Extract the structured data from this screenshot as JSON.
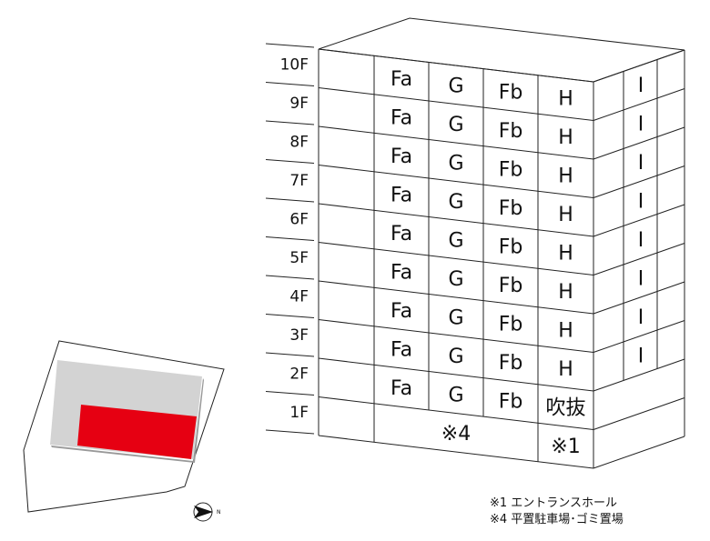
{
  "floors": [
    "10F",
    "9F",
    "8F",
    "7F",
    "6F",
    "5F",
    "4F",
    "3F",
    "2F",
    "1F"
  ],
  "units": [
    "Fa",
    "G",
    "Fb",
    "H"
  ],
  "right_unit": "I",
  "void_label": "吹抜",
  "ground": {
    "parking_mark": "※4",
    "entrance_mark": "※1"
  },
  "legend": [
    "※1 エントランスホール",
    "※4 平置駐車場･ゴミ置場"
  ],
  "compass": {
    "north_label": "N"
  },
  "colors": {
    "building_highlight": "#e60012",
    "site_building": "#d3d3d3"
  }
}
